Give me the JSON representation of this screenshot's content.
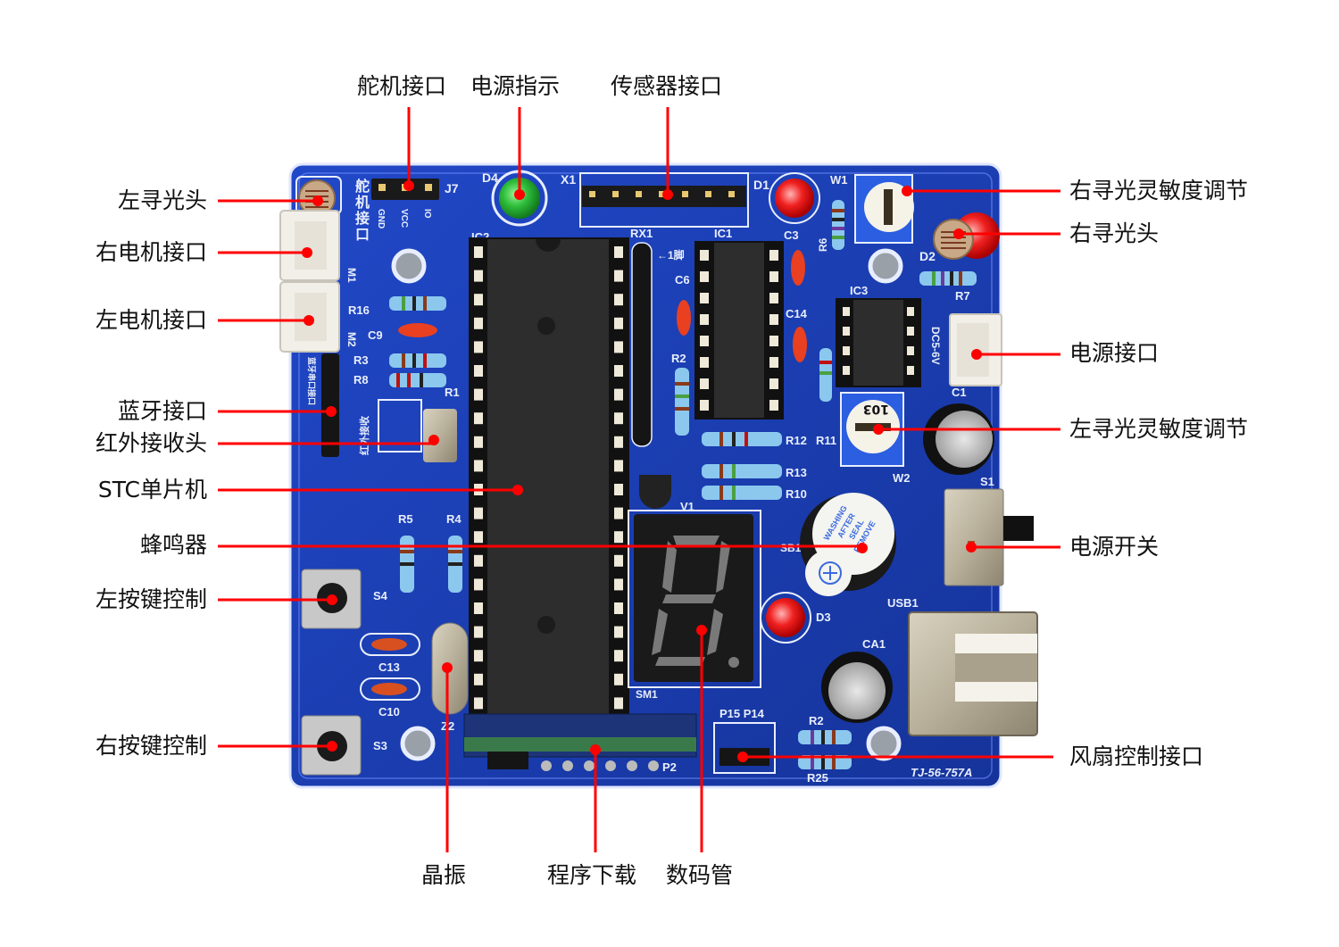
{
  "figure": {
    "type": "annotated-pcb-photo",
    "board_model": "TJ-56-757A",
    "colors": {
      "board": "#1a3fb8",
      "board_edge": "#2a55d8",
      "annotation_line": "#ff0000",
      "label_text": "#111111"
    }
  },
  "annotations": {
    "top": [
      {
        "id": "servo",
        "label": "舵机接口"
      },
      {
        "id": "power-led",
        "label": "电源指示"
      },
      {
        "id": "sensor",
        "label": "传感器接口"
      }
    ],
    "left": [
      {
        "id": "left-photo",
        "label": "左寻光头"
      },
      {
        "id": "right-motor",
        "label": "右电机接口"
      },
      {
        "id": "left-motor",
        "label": "左电机接口"
      },
      {
        "id": "bluetooth",
        "label": "蓝牙接口"
      },
      {
        "id": "ir",
        "label": "红外接收头"
      },
      {
        "id": "mcu",
        "label": "STC单片机"
      },
      {
        "id": "buzzer",
        "label": "蜂鸣器"
      },
      {
        "id": "left-key",
        "label": "左按键控制"
      },
      {
        "id": "right-key",
        "label": "右按键控制"
      }
    ],
    "right": [
      {
        "id": "right-sens",
        "label": "右寻光灵敏度调节"
      },
      {
        "id": "right-photo",
        "label": "右寻光头"
      },
      {
        "id": "power-port",
        "label": "电源接口"
      },
      {
        "id": "left-sens",
        "label": "左寻光灵敏度调节"
      },
      {
        "id": "power-switch",
        "label": "电源开关"
      },
      {
        "id": "fan",
        "label": "风扇控制接口"
      }
    ],
    "bottom": [
      {
        "id": "crystal",
        "label": "晶振"
      },
      {
        "id": "download",
        "label": "程序下载"
      },
      {
        "id": "segment",
        "label": "数码管"
      }
    ]
  },
  "silkscreen": {
    "servo_vertical": "舵机接口",
    "servo_pins": [
      "GND",
      "VCC",
      "IO"
    ],
    "j7": "J7",
    "d4": "D4",
    "x1": "X1",
    "d1": "D1",
    "w1": "W1",
    "d2": "D2",
    "r6": "R6",
    "r7": "R7",
    "c3": "C3",
    "ic1": "IC1",
    "ic2": "IC2",
    "ic3": "IC3",
    "rx1": "RX1",
    "pin1": "←1脚",
    "c6": "C6",
    "c14": "C14",
    "r2": "R2",
    "r12": "R12",
    "r11": "R11",
    "r13": "R13",
    "r10": "R10",
    "r16": "R16",
    "c9": "C9",
    "r3": "R3",
    "r8": "R8",
    "r1": "R1",
    "r5": "R5",
    "r4": "R4",
    "s4": "S4",
    "s3": "S3",
    "c13": "C13",
    "c10": "C10",
    "z2": "Z2",
    "p2": "P2",
    "sm1": "SM1",
    "v1": "V1",
    "sb1": "SB1",
    "d3": "D3",
    "ca1": "CA1",
    "usb1": "USB1",
    "w2": "W2",
    "s1": "S1",
    "c1": "C1",
    "dc": "DC5-6V",
    "p15p14": "P15 P14",
    "r2b": "R2",
    "r25": "R25",
    "ir_text": "红外接收",
    "bt_text": "蓝牙串口接口",
    "pot_code": "103",
    "buzzer_text": [
      "REMOVE",
      "SEAL",
      "AFTER",
      "WASHING"
    ],
    "model": "TJ-56-757A",
    "m1": "M1",
    "m2": "M2"
  }
}
